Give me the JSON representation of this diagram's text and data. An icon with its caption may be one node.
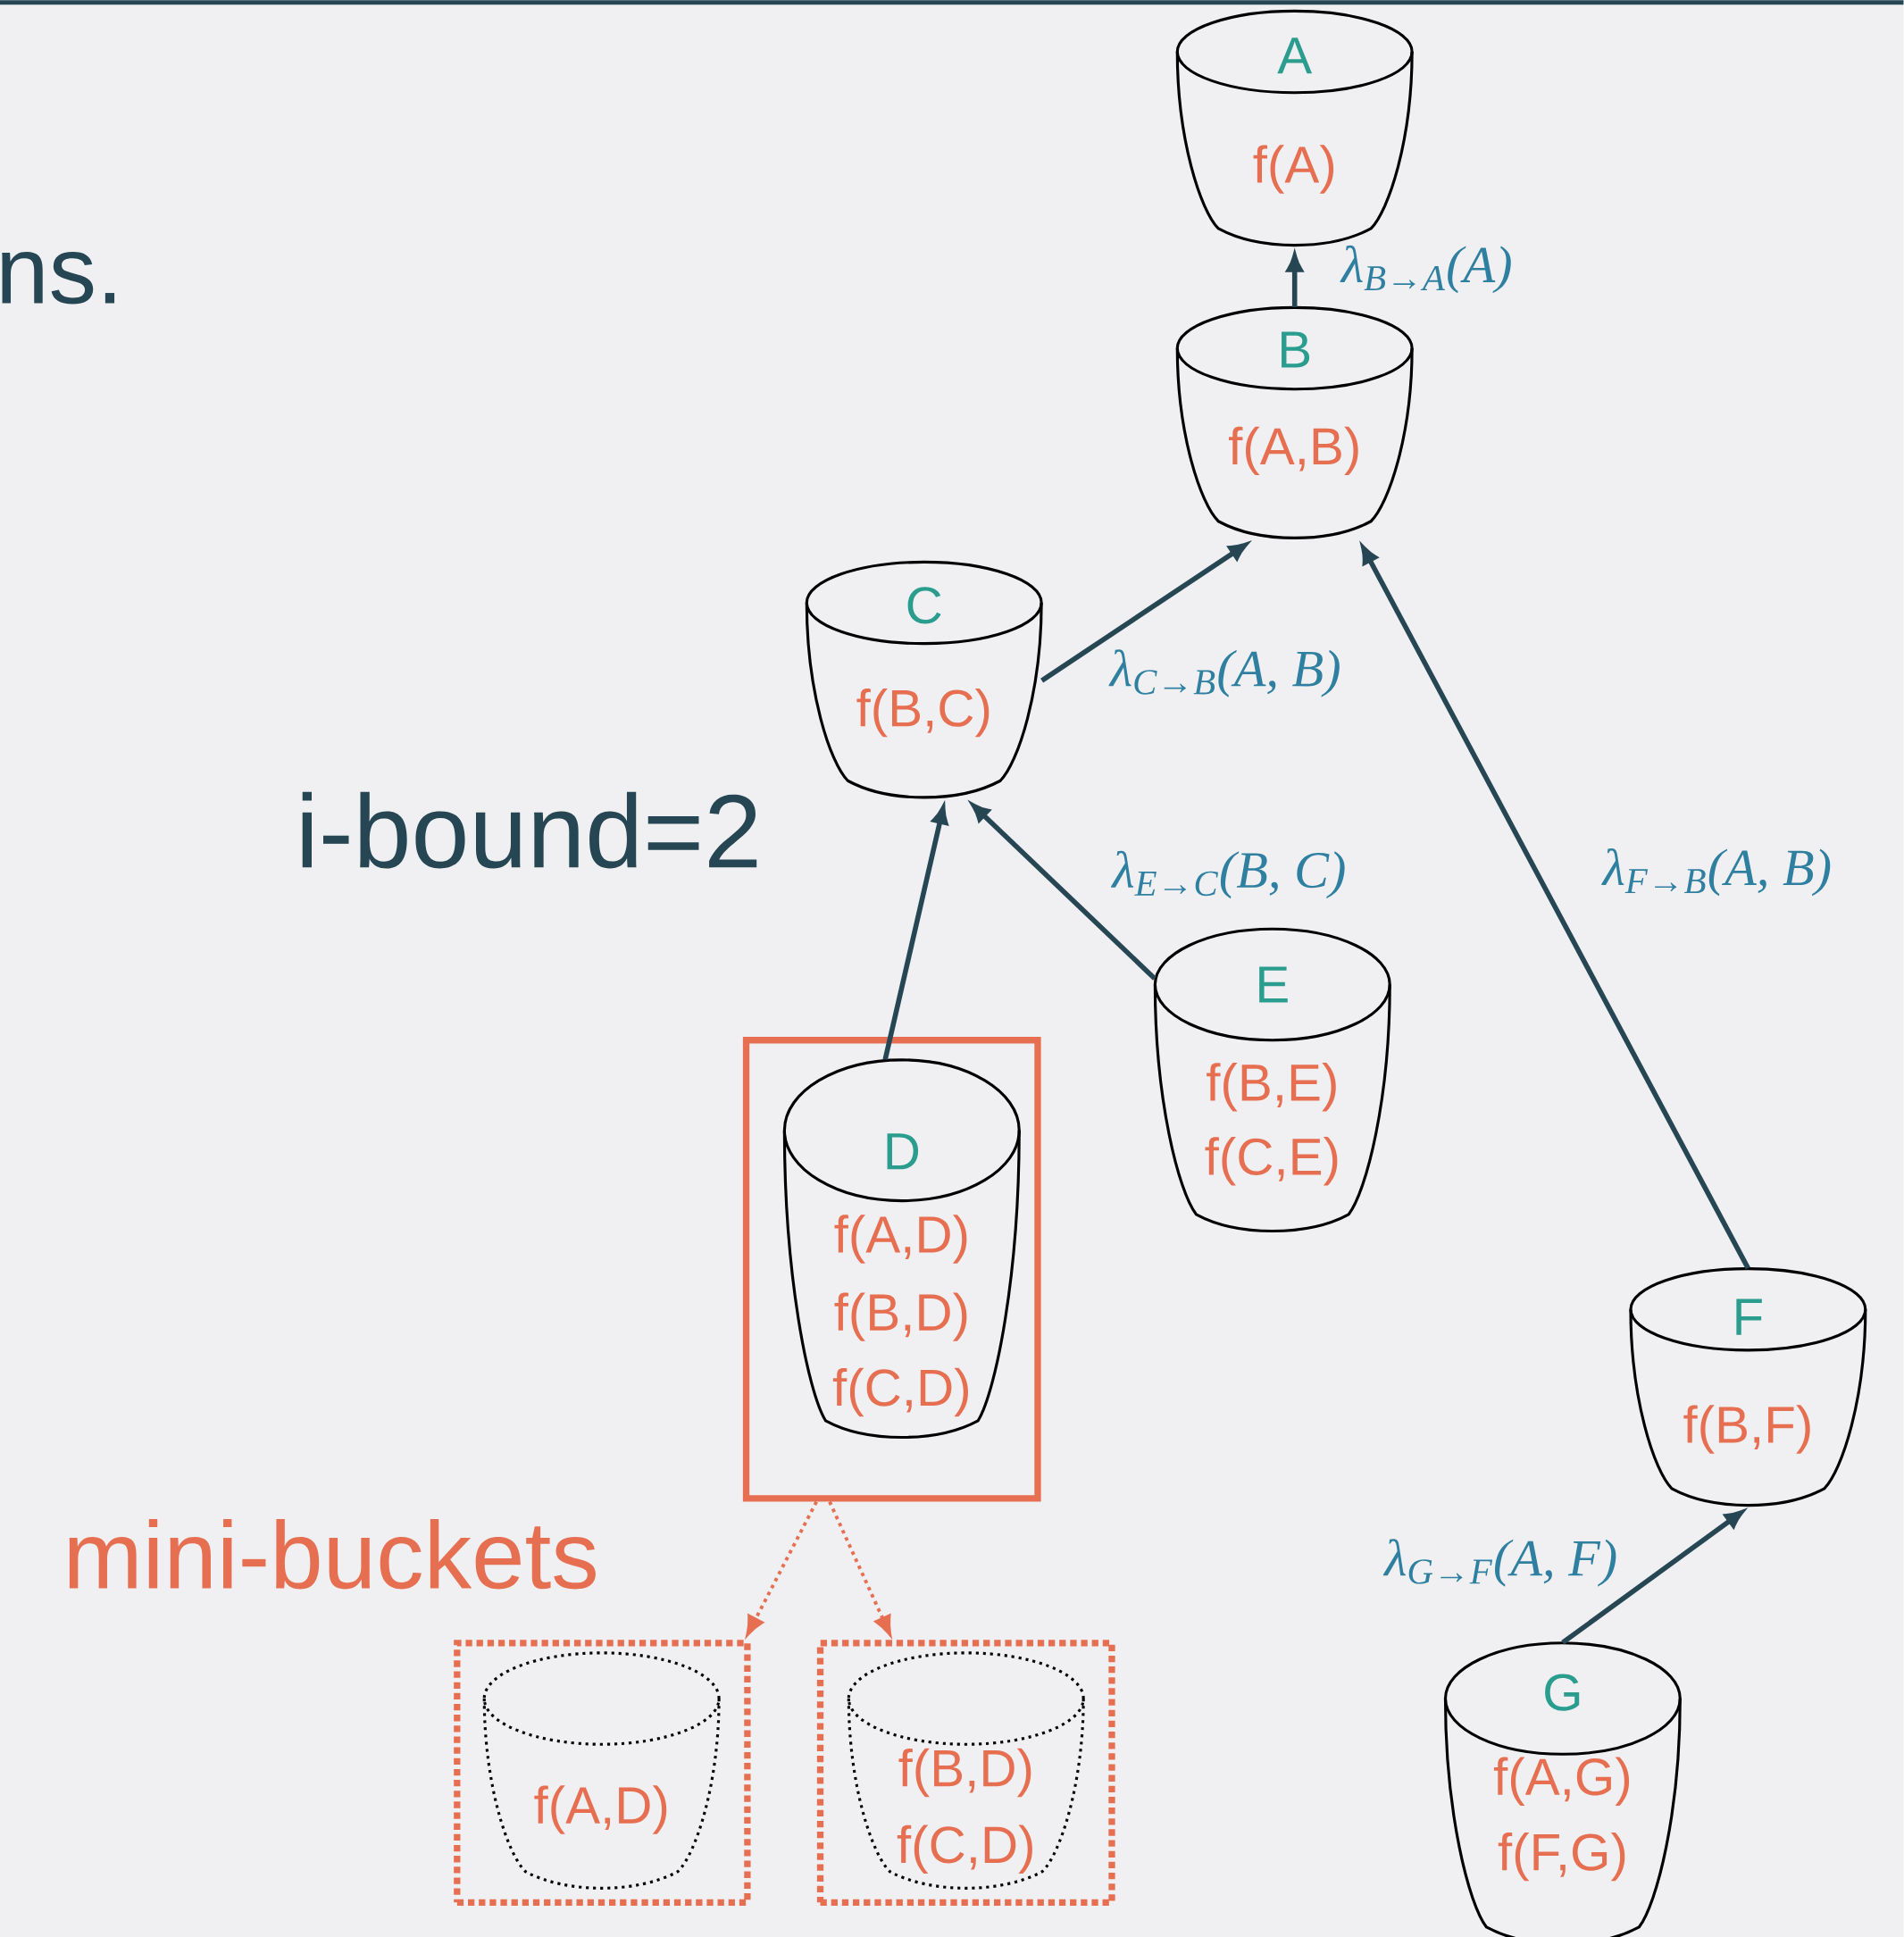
{
  "diagram": {
    "nodes": [
      {
        "text": [
          "A",
          "f(A)"
        ]
      },
      {
        "text": [
          "B",
          "f(A,B)"
        ]
      },
      {
        "text": [
          "C",
          "f(B,C)"
        ]
      },
      {
        "text": [],
        "shape": "box"
      },
      {
        "text": [
          "D",
          "f(A,D)",
          "f(B,D)",
          "f(C,D)"
        ],
        "in": 3
      },
      {
        "text": [
          "E",
          "f(B,E)",
          "f(C,E)"
        ]
      },
      {
        "text": [
          "F",
          "f(B,F)"
        ]
      },
      {
        "text": [
          "G",
          "f(A,G)",
          "f(F,G)"
        ]
      },
      {
        "text": [],
        "shape": "box"
      },
      {
        "text": [
          "f(A,D)"
        ],
        "in": 8
      },
      {
        "text": [],
        "shape": "box"
      },
      {
        "text": [
          "f(B,D)",
          "f(C,D)"
        ],
        "in": 10
      }
    ],
    "edges": [
      {
        "from": 1,
        "to": 0,
        "arrow": "to",
        "label": "λ$_{B→A}$(A)"
      },
      {
        "from": 2,
        "to": 1,
        "arrow": "to",
        "label": "λ$_{C→B}$(A, B)"
      },
      {
        "from": 5,
        "to": 2,
        "arrow": "to",
        "label": "λ$_{E→C}$(B, C)"
      },
      {
        "from": 4,
        "to": 2,
        "arrow": "to"
      },
      {
        "from": 6,
        "to": 1,
        "arrow": "to",
        "label": "λ$_{F→B}$(A, B)"
      },
      {
        "from": 7,
        "to": 6,
        "arrow": "to",
        "label": "λ$_{G→F}$(A, F)"
      },
      {
        "from": 3,
        "to": 8,
        "arrow": "to",
        "style": "dashed",
        "color": "#e76f51"
      },
      {
        "from": 3,
        "to": 10,
        "arrow": "to",
        "style": "dashed",
        "color": "#e76f51"
      }
    ],
    "labels": [
      "ns.",
      "i-bound=2",
      "mini-buckets"
    ]
  }
}
